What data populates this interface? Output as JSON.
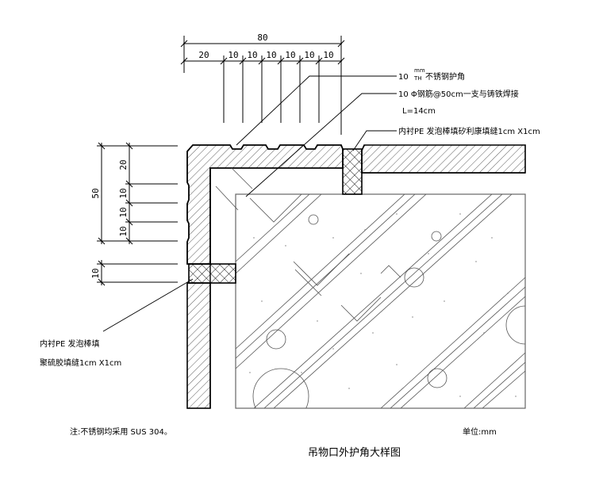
{
  "title": "吊物口外护角大样图",
  "unit_note": "单位:mm",
  "footnote": "注:不锈钢均采用 SUS 304。",
  "dimensions": {
    "top_total": "80",
    "top_segments": [
      "20",
      "10",
      "10",
      "10",
      "10",
      "10",
      "10"
    ],
    "left_total": "50",
    "left_segments": [
      "20",
      "10",
      "10",
      "10"
    ],
    "left_joint": "10"
  },
  "callouts": {
    "steel_corner": {
      "thickness": "10",
      "unit_sup": "mm",
      "unit_sub": "TH",
      "label": "不锈钢护角"
    },
    "anchor_bar": {
      "line1": "10 Φ钢筋@50cm一支与铸铁焊接",
      "line2": "L=14cm"
    },
    "top_filler": "内衬PE 发泡棒填矽利康填缝1cm X1cm",
    "side_filler": {
      "line1": "内衬PE 发泡棒填",
      "line2": "聚硫胶填缝1cm X1cm"
    }
  },
  "colors": {
    "line": "#000000",
    "hatch": "#555555",
    "background": "#ffffff"
  }
}
